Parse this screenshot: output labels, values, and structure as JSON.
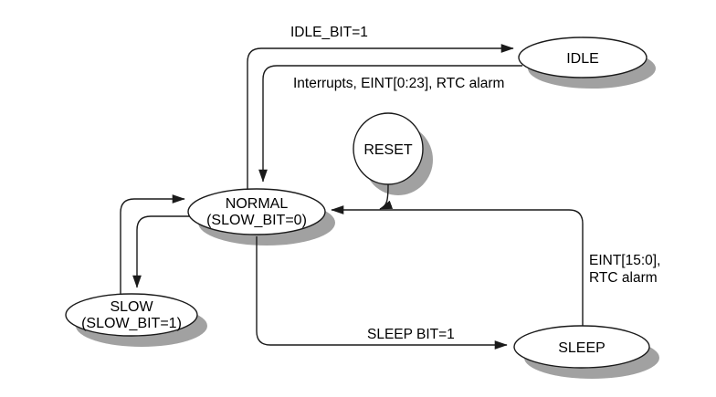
{
  "diagram": {
    "type": "state-transition-diagram",
    "states": [
      {
        "id": "idle",
        "label": "IDLE"
      },
      {
        "id": "reset",
        "label": "RESET"
      },
      {
        "id": "normal",
        "label": "NORMAL",
        "sublabel": "(SLOW_BIT=0)"
      },
      {
        "id": "slow",
        "label": "SLOW",
        "sublabel": "(SLOW_BIT=1)"
      },
      {
        "id": "sleep",
        "label": "SLEEP"
      }
    ],
    "edges": [
      {
        "from": "NORMAL",
        "to": "IDLE",
        "label": "IDLE_BIT=1"
      },
      {
        "from": "IDLE",
        "to": "NORMAL",
        "label": "Interrupts, EINT[0:23], RTC alarm"
      },
      {
        "from": "RESET",
        "to": "NORMAL",
        "label": ""
      },
      {
        "from": "SLEEP",
        "to": "NORMAL",
        "label": "EINT[15:0], RTC alarm",
        "label_line1": "EINT[15:0],",
        "label_line2": "RTC alarm"
      },
      {
        "from": "NORMAL",
        "to": "SLEEP",
        "label": "SLEEP BIT=1"
      },
      {
        "from": "NORMAL",
        "to": "SLOW",
        "label": ""
      },
      {
        "from": "SLOW",
        "to": "NORMAL",
        "label": ""
      }
    ],
    "colors": {
      "line": "#1a1a1a",
      "shadow": "#a1a1a1",
      "state_fill": "#ffffff",
      "background": "#ffffff"
    }
  }
}
